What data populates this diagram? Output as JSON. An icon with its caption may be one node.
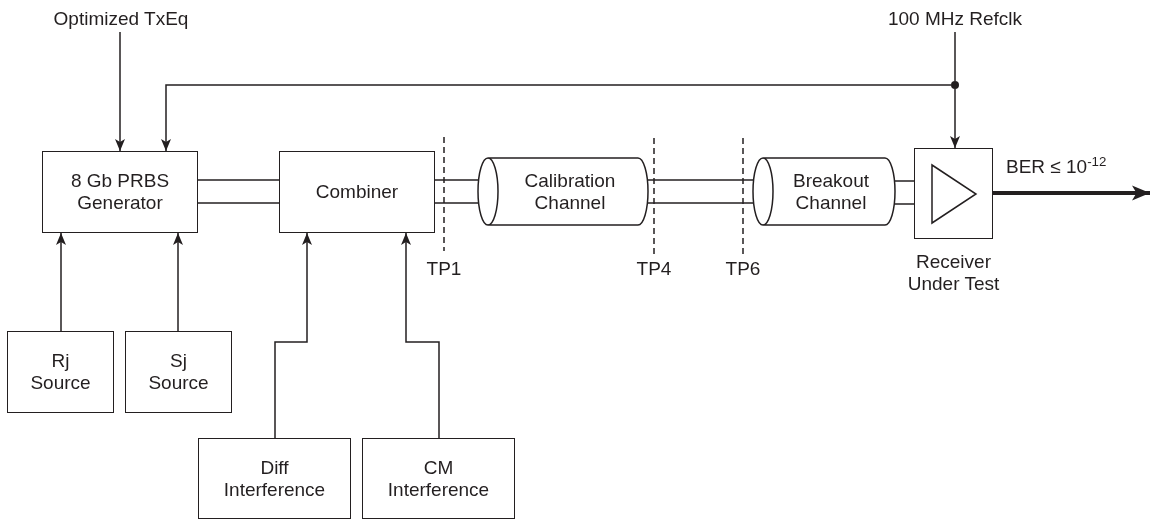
{
  "diagram": {
    "nodes": [
      {
        "text": [
          "Optimized TxEq"
        ]
      },
      {
        "text": [
          "100 MHz Refclk"
        ]
      },
      {
        "text": [
          "8 Gb PRBS Generator"
        ]
      },
      {
        "text": [
          "Combiner"
        ]
      },
      {
        "text": [
          "Calibration Channel"
        ]
      },
      {
        "text": [
          "Breakout Channel"
        ]
      },
      {
        "text": [],
        "shape": "box",
        "beside": [
          "Receiver Under Test"
        ]
      },
      {
        "text": [
          "Rj Source"
        ]
      },
      {
        "text": [
          "Sj Source"
        ]
      },
      {
        "text": [
          "Diff Interference"
        ]
      },
      {
        "text": [
          "CM Interference"
        ]
      },
      {
        "text": [],
        "shape": "circle"
      }
    ],
    "edges": [
      {
        "from": 0,
        "to": 2,
        "arrow": "to"
      },
      {
        "from": 1,
        "to": 11,
        "arrow": "none"
      },
      {
        "from": 11,
        "to": 6,
        "arrow": "to"
      },
      {
        "from": 11,
        "to": 2,
        "arrow": "to"
      },
      {
        "from": 7,
        "to": 2,
        "arrow": "to"
      },
      {
        "from": 8,
        "to": 2,
        "arrow": "to"
      },
      {
        "from": 9,
        "to": 3,
        "arrow": "to"
      },
      {
        "from": 10,
        "to": 3,
        "arrow": "to"
      },
      {
        "from": 2,
        "to": 3,
        "arrow": "none"
      },
      {
        "from": 2,
        "to": 3,
        "arrow": "none"
      },
      {
        "from": 3,
        "to": 4,
        "arrow": "none"
      },
      {
        "from": 3,
        "to": 4,
        "arrow": "none"
      },
      {
        "from": 4,
        "to": 5,
        "arrow": "none"
      },
      {
        "from": 4,
        "to": 5,
        "arrow": "none"
      },
      {
        "from": 5,
        "to": 6,
        "arrow": "none"
      },
      {
        "from": 5,
        "to": 6,
        "arrow": "none"
      },
      {
        "from": 6,
        "to": null,
        "arrow": "to",
        "label": "BER ≤ 10$^{-12}$",
        "style": "thick"
      }
    ],
    "labels": [
      "TP1",
      "TP4",
      "TP6"
    ]
  }
}
